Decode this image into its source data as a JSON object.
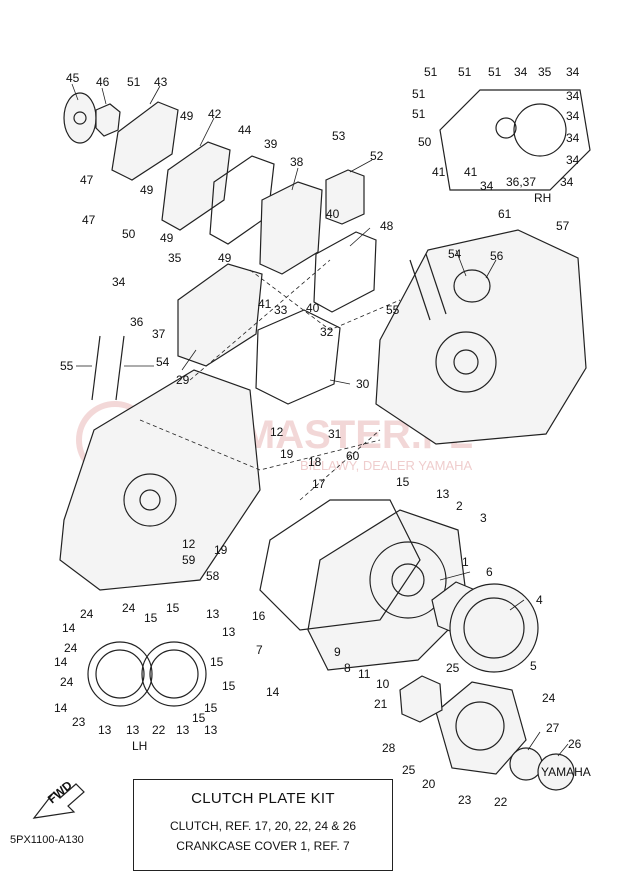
{
  "watermark": {
    "brand": "YAMASTER.PL",
    "tagline": "BIELAWY, DEALER YAMAHA"
  },
  "labels": {
    "rh": "RH",
    "lh": "LH",
    "fwd": "FWD",
    "cover_badge": "YAMAHA"
  },
  "diagram_code": "5PX1100-A130",
  "kit_box": {
    "title": "CLUTCH PLATE KIT",
    "line1": "CLUTCH, REF. 17, 20, 22, 24 & 26",
    "line2": "CRANKCASE COVER 1, REF. 7"
  },
  "callouts": [
    {
      "id": "c45",
      "text": "45"
    },
    {
      "id": "c46",
      "text": "46"
    },
    {
      "id": "c51a",
      "text": "51"
    },
    {
      "id": "c43",
      "text": "43"
    },
    {
      "id": "c49a",
      "text": "49"
    },
    {
      "id": "c42",
      "text": "42"
    },
    {
      "id": "c44",
      "text": "44"
    },
    {
      "id": "c39",
      "text": "39"
    },
    {
      "id": "c38",
      "text": "38"
    },
    {
      "id": "c53",
      "text": "53"
    },
    {
      "id": "c52",
      "text": "52"
    },
    {
      "id": "c47a",
      "text": "47"
    },
    {
      "id": "c49b",
      "text": "49"
    },
    {
      "id": "c47b",
      "text": "47"
    },
    {
      "id": "c50a",
      "text": "50"
    },
    {
      "id": "c49c",
      "text": "49"
    },
    {
      "id": "c49d",
      "text": "49"
    },
    {
      "id": "c40a",
      "text": "40"
    },
    {
      "id": "c48",
      "text": "48"
    },
    {
      "id": "c35",
      "text": "35"
    },
    {
      "id": "c34a",
      "text": "34"
    },
    {
      "id": "c36a",
      "text": "36"
    },
    {
      "id": "c37a",
      "text": "37"
    },
    {
      "id": "c41a",
      "text": "41"
    },
    {
      "id": "c33",
      "text": "33"
    },
    {
      "id": "c40b",
      "text": "40"
    },
    {
      "id": "c32",
      "text": "32"
    },
    {
      "id": "c55a",
      "text": "55"
    },
    {
      "id": "c54a",
      "text": "54"
    },
    {
      "id": "c29",
      "text": "29"
    },
    {
      "id": "c30",
      "text": "30"
    },
    {
      "id": "c31",
      "text": "31"
    },
    {
      "id": "c12a",
      "text": "12"
    },
    {
      "id": "c19a",
      "text": "19"
    },
    {
      "id": "c18",
      "text": "18"
    },
    {
      "id": "c17",
      "text": "17"
    },
    {
      "id": "c60",
      "text": "60"
    },
    {
      "id": "c15a",
      "text": "15"
    },
    {
      "id": "c13a",
      "text": "13"
    },
    {
      "id": "c2",
      "text": "2"
    },
    {
      "id": "c3",
      "text": "3"
    },
    {
      "id": "c12b",
      "text": "12"
    },
    {
      "id": "c59",
      "text": "59"
    },
    {
      "id": "c58",
      "text": "58"
    },
    {
      "id": "c19b",
      "text": "19"
    },
    {
      "id": "c1",
      "text": "1"
    },
    {
      "id": "c6",
      "text": "6"
    },
    {
      "id": "c4",
      "text": "4"
    },
    {
      "id": "c16",
      "text": "16"
    },
    {
      "id": "c7",
      "text": "7"
    },
    {
      "id": "c9",
      "text": "9"
    },
    {
      "id": "c8",
      "text": "8"
    },
    {
      "id": "c11",
      "text": "11"
    },
    {
      "id": "c10",
      "text": "10"
    },
    {
      "id": "c25a",
      "text": "25"
    },
    {
      "id": "c5",
      "text": "5"
    },
    {
      "id": "c14a",
      "text": "14"
    },
    {
      "id": "c21",
      "text": "21"
    },
    {
      "id": "c24a",
      "text": "24"
    },
    {
      "id": "c27",
      "text": "27"
    },
    {
      "id": "c26",
      "text": "26"
    },
    {
      "id": "c28",
      "text": "28"
    },
    {
      "id": "c25b",
      "text": "25"
    },
    {
      "id": "c20",
      "text": "20"
    },
    {
      "id": "c23a",
      "text": "23"
    },
    {
      "id": "c22a",
      "text": "22"
    },
    {
      "id": "c51b",
      "text": "51"
    },
    {
      "id": "c51c",
      "text": "51"
    },
    {
      "id": "c51d",
      "text": "51"
    },
    {
      "id": "c34b",
      "text": "34"
    },
    {
      "id": "c35b",
      "text": "35"
    },
    {
      "id": "c34c",
      "text": "34"
    },
    {
      "id": "c51e",
      "text": "51"
    },
    {
      "id": "c34d",
      "text": "34"
    },
    {
      "id": "c51f",
      "text": "51"
    },
    {
      "id": "c34e",
      "text": "34"
    },
    {
      "id": "c50b",
      "text": "50"
    },
    {
      "id": "c34f",
      "text": "34"
    },
    {
      "id": "c34g",
      "text": "34"
    },
    {
      "id": "c41b",
      "text": "41"
    },
    {
      "id": "c41c",
      "text": "41"
    },
    {
      "id": "c34h",
      "text": "34"
    },
    {
      "id": "c3637",
      "text": "36,37"
    },
    {
      "id": "c34i",
      "text": "34"
    },
    {
      "id": "c61",
      "text": "61"
    },
    {
      "id": "c57",
      "text": "57"
    },
    {
      "id": "c54b",
      "text": "54"
    },
    {
      "id": "c56",
      "text": "56"
    },
    {
      "id": "c55b",
      "text": "55"
    },
    {
      "id": "c24b",
      "text": "24"
    },
    {
      "id": "c24c",
      "text": "24"
    },
    {
      "id": "c15b",
      "text": "15"
    },
    {
      "id": "c13b",
      "text": "13"
    },
    {
      "id": "c14b",
      "text": "14"
    },
    {
      "id": "c13c",
      "text": "13"
    },
    {
      "id": "c24d",
      "text": "24"
    },
    {
      "id": "c15c",
      "text": "15"
    },
    {
      "id": "c14c",
      "text": "14"
    },
    {
      "id": "c15d",
      "text": "15"
    },
    {
      "id": "c24e",
      "text": "24"
    },
    {
      "id": "c15e",
      "text": "15"
    },
    {
      "id": "c14d",
      "text": "14"
    },
    {
      "id": "c15f",
      "text": "15"
    },
    {
      "id": "c23b",
      "text": "23"
    },
    {
      "id": "c13d",
      "text": "13"
    },
    {
      "id": "c22b",
      "text": "22"
    },
    {
      "id": "c13e",
      "text": "13"
    },
    {
      "id": "c13f",
      "text": "13"
    },
    {
      "id": "c15g",
      "text": "15"
    },
    {
      "id": "c13g",
      "text": "13"
    }
  ]
}
